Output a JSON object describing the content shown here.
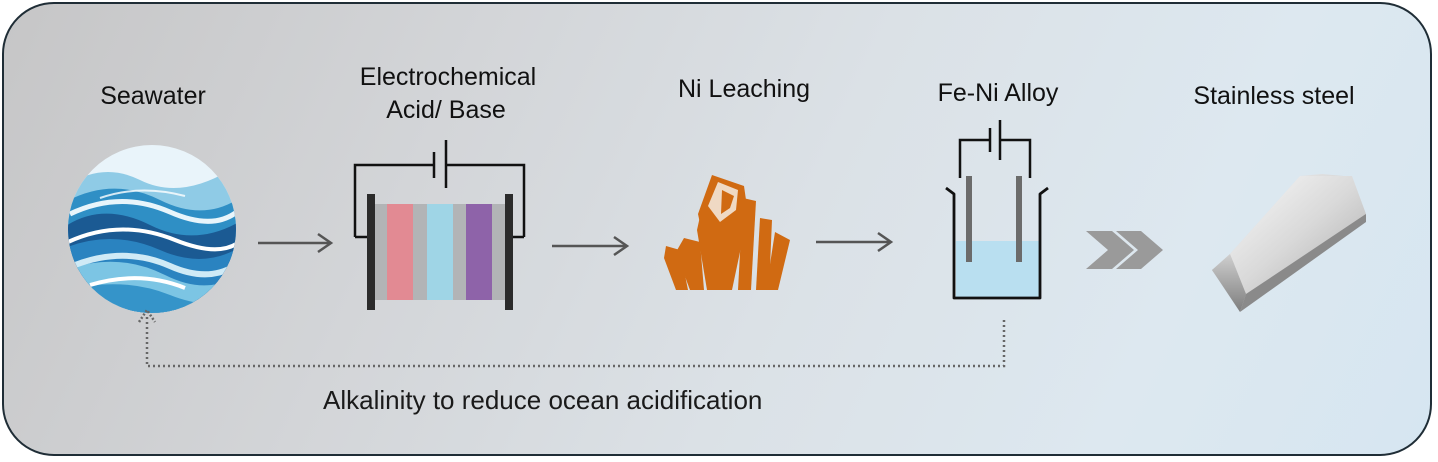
{
  "steps": {
    "seawater": "Seawater",
    "electro_line1": "Electrochemical",
    "electro_line2": "Acid/ Base",
    "leaching": "Ni Leaching",
    "alloy": "Fe-Ni Alloy",
    "steel": "Stainless steel"
  },
  "feedback_caption": "Alkalinity to reduce ocean acidification",
  "icons": [
    "seawater-waves-icon",
    "electrolysis-cell-icon",
    "crystal-icon",
    "electrolysis-beaker-icon",
    "steel-ingot-icon"
  ],
  "colors": {
    "cell_red": "#e28a93",
    "cell_cyan": "#9fd5e6",
    "cell_purple": "#8e63a9",
    "crystal": "#d06a12",
    "water_blue": "#b9dff0",
    "arrow": "#555555",
    "double_chevron": "#9a9a9a"
  }
}
